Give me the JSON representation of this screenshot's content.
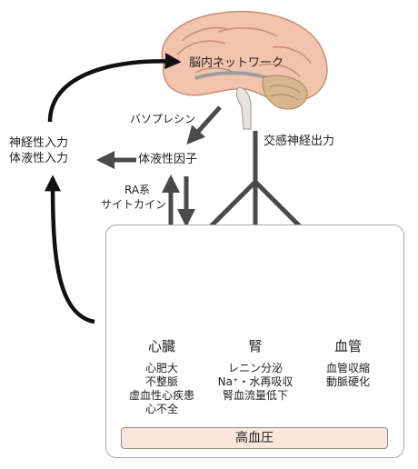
{
  "brain": {
    "label": "脳内ネットワーク"
  },
  "left_inputs": {
    "line1": "神経性入力",
    "line2": "体液性入力"
  },
  "humoral": {
    "label": "体液性因子"
  },
  "vasopressin": {
    "label": "バソプレシン"
  },
  "sympathetic": {
    "label": "交感神経出力"
  },
  "ra": {
    "line1": "RA系",
    "line2": "サイトカイン"
  },
  "organs": [
    {
      "name": "心臓",
      "items": [
        "心肥大",
        "不整脈",
        "虚血性心疾患",
        "心不全"
      ]
    },
    {
      "name": "腎",
      "items": [
        "レニン分泌",
        "Na⁺・水再吸収",
        "腎血流量低下"
      ]
    },
    {
      "name": "血管",
      "items": [
        "血管収縮",
        "動脈硬化"
      ]
    }
  ],
  "outcome": {
    "label": "高血圧"
  },
  "colors": {
    "arrow": "#4a4a4a",
    "outcome_fill": "#fae7dc",
    "panel_border": "#a7a7a7"
  }
}
